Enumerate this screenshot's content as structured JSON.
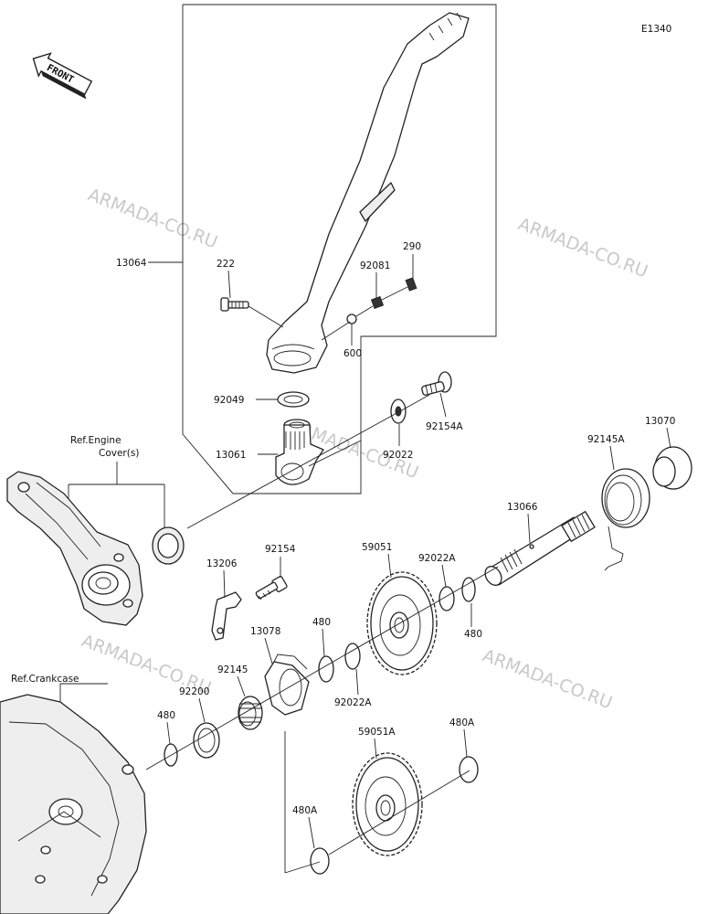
{
  "diagram_code": "E1340",
  "front_label": "FRONT",
  "watermark": "ARMADA-CO.RU",
  "refs": {
    "engine_cover": [
      "Ref.Engine",
      "Cover(s)"
    ],
    "crankcase": "Ref.Crankcase"
  },
  "parts": {
    "p13064": "13064",
    "p222": "222",
    "p92081": "92081",
    "p290": "290",
    "p600": "600",
    "p92049": "92049",
    "p13061": "13061",
    "p92154A": "92154A",
    "p92022": "92022",
    "p13070": "13070",
    "p92145A": "92145A",
    "p13066": "13066",
    "p92154": "92154",
    "p59051": "59051",
    "p92022A_top": "92022A",
    "p13206": "13206",
    "p480_a": "480",
    "p480_b": "480",
    "p13078": "13078",
    "p92145": "92145",
    "p92200": "92200",
    "p92022A_bottom": "92022A",
    "p480_c": "480",
    "p59051A": "59051A",
    "p480A_top": "480A",
    "p480A_bottom": "480A"
  }
}
